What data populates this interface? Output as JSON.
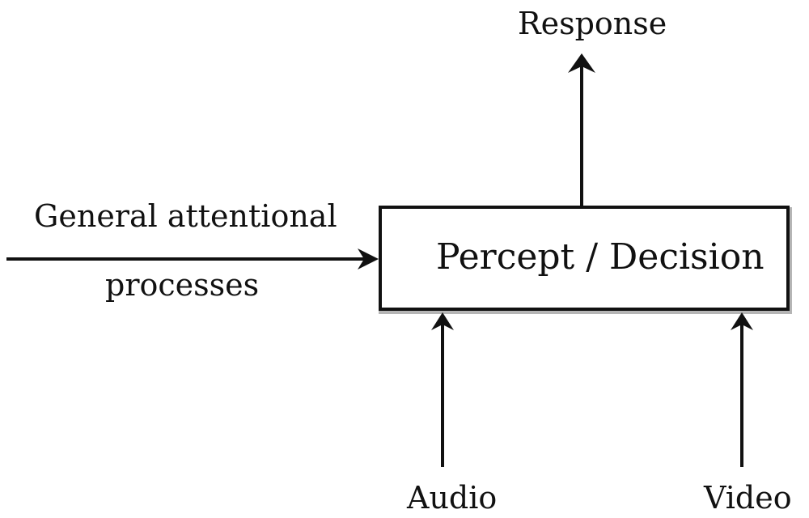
{
  "diagram": {
    "labels": {
      "response": "Response",
      "general_line1": "General attentional",
      "general_line2": "processes",
      "percept_decision": "Percept / Decision",
      "audio": "Audio",
      "video": "Video"
    },
    "colors": {
      "stroke": "#111111",
      "background": "#ffffff",
      "shadow": "#b5b5b5"
    }
  }
}
